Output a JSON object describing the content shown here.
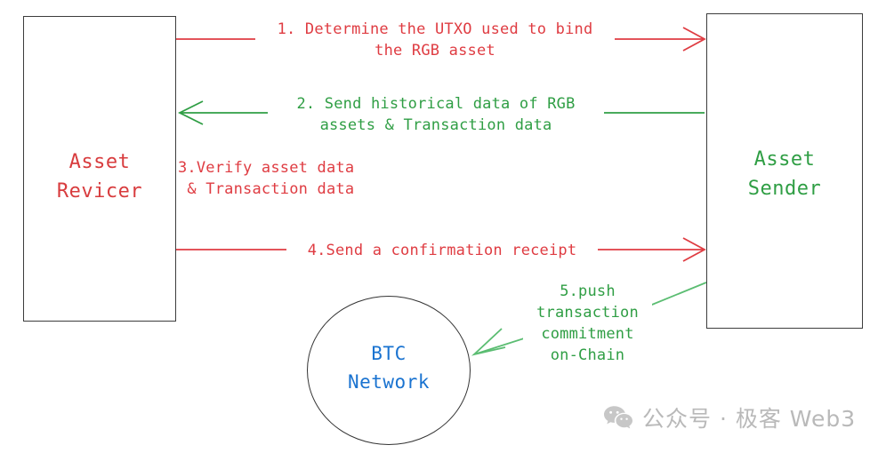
{
  "diagram": {
    "title": "RGB asset transfer interaction flow",
    "background": "#ffffff",
    "colors": {
      "red": "#df3c42",
      "green": "#2f9e44",
      "blue": "#1a73d0",
      "stroke": "#3c3c3c",
      "watermark": "#b9b9b9"
    },
    "nodes": [
      {
        "id": "asset-receiver",
        "label": "Asset\nRevicer",
        "shape": "rectangle",
        "color": "#df3c42"
      },
      {
        "id": "asset-sender",
        "label": "Asset\nSender",
        "shape": "rectangle",
        "color": "#2f9e44"
      },
      {
        "id": "btc-network",
        "label": "BTC\nNetwork",
        "shape": "circle",
        "color": "#1a73d0"
      }
    ],
    "edges": [
      {
        "id": "step-1",
        "step": "1",
        "label": "1. Determine the UTXO used to bind\nthe RGB asset",
        "color": "#df3c42",
        "from": "asset-receiver",
        "to": "asset-sender",
        "direction": "right"
      },
      {
        "id": "step-2",
        "step": "2",
        "label": "2. Send historical data of RGB\nassets & Transaction data",
        "color": "#2f9e44",
        "from": "asset-sender",
        "to": "asset-receiver",
        "direction": "left"
      },
      {
        "id": "step-3",
        "step": "3",
        "label": "3.Verify asset data\n & Transaction data",
        "color": "#df3c42",
        "from": "asset-receiver",
        "to": "asset-receiver",
        "direction": "none"
      },
      {
        "id": "step-4",
        "step": "4",
        "label": "4.Send a confirmation receipt",
        "color": "#df3c42",
        "from": "asset-receiver",
        "to": "asset-sender",
        "direction": "right"
      },
      {
        "id": "step-5",
        "step": "5",
        "label": "5.push\ntransaction\ncommitment\non-Chain",
        "color": "#2f9e44",
        "from": "asset-sender",
        "to": "btc-network",
        "direction": "down-left"
      }
    ]
  },
  "watermark": {
    "icon": "wechat-icon",
    "text": "公众号 · 极客 Web3"
  }
}
